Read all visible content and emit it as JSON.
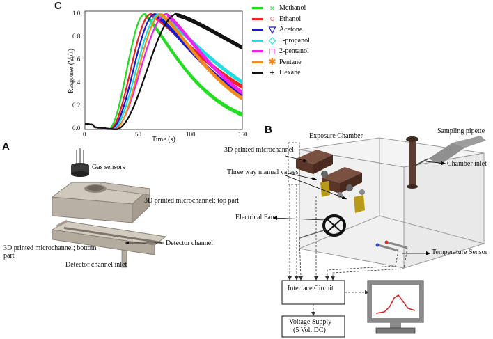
{
  "panels": {
    "a": "A",
    "b": "B",
    "c": "C"
  },
  "chart_data": {
    "type": "line",
    "title": "",
    "xlabel": "Time (s)",
    "ylabel": "Response (Volt)",
    "xlim": [
      0,
      150
    ],
    "ylim": [
      0,
      1.0
    ],
    "x_ticks": [
      "0",
      "50",
      "100",
      "150"
    ],
    "y_ticks": [
      "0.0",
      "0.2",
      "0.4",
      "0.6",
      "0.8",
      "1.0"
    ],
    "legend_position": "right",
    "series": [
      {
        "name": "Methanol",
        "color": "#22dd22",
        "marker": "×",
        "peak_x": 57,
        "y_at_150": 0.14
      },
      {
        "name": "Ethanol",
        "color": "#ee2222",
        "marker": "○",
        "peak_x": 63,
        "y_at_150": 0.38
      },
      {
        "name": "Acetone",
        "color": "#1a1acc",
        "marker": "▽",
        "peak_x": 67,
        "y_at_150": 0.31
      },
      {
        "name": "1-propanol",
        "color": "#22dddd",
        "marker": "◇",
        "peak_x": 71,
        "y_at_150": 0.42
      },
      {
        "name": "2-pentanol",
        "color": "#ee22ee",
        "marker": "□",
        "peak_x": 78,
        "y_at_150": 0.33
      },
      {
        "name": "Pentane",
        "color": "#f28c1c",
        "marker": "✱",
        "peak_x": 73,
        "y_at_150": 0.28
      },
      {
        "name": "Hexane",
        "color": "#111111",
        "marker": "+",
        "peak_x": 88,
        "y_at_150": 0.72
      }
    ]
  },
  "panel_a": {
    "gas_sensors": "Gas sensors",
    "top_part": "3D printed microchannel; top part",
    "detector_channel": "Detector channel",
    "bottom_part_line1": "3D printed microchannel; bottom",
    "bottom_part_line2": "part",
    "detector_inlet": "Detector channel inlet"
  },
  "panel_b": {
    "exposure_chamber": "Exposure Chamber",
    "sampling_pipette": "Sampling pipette",
    "microchannel": "3D printed microchannel",
    "valves": "Three way manual valves",
    "chamber_inlet": "Chamber inlet",
    "fan": "Electrical Fan",
    "temp_sensor": "Temperature Sensor",
    "interface": "Interface Circuit",
    "voltage_line1": "Voltage Supply",
    "voltage_line2": "(5 Volt DC)"
  }
}
